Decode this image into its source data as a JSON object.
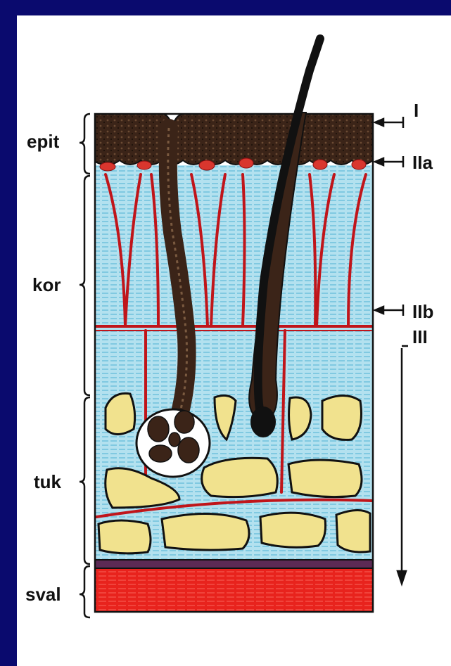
{
  "labels": {
    "epit": "epit",
    "kor": "kor",
    "tuk": "tuk",
    "sval": "sval",
    "I": "I",
    "IIa": "IIa",
    "IIb": "IIb",
    "III": "III"
  },
  "colors": {
    "background_border": "#0a0a6e",
    "epidermis": "#3a2418",
    "dermis": "#a9dcea",
    "vessel": "#c0151a",
    "fat": "#f1e28e",
    "muscle": "#e8231d",
    "hair": "#111111"
  }
}
